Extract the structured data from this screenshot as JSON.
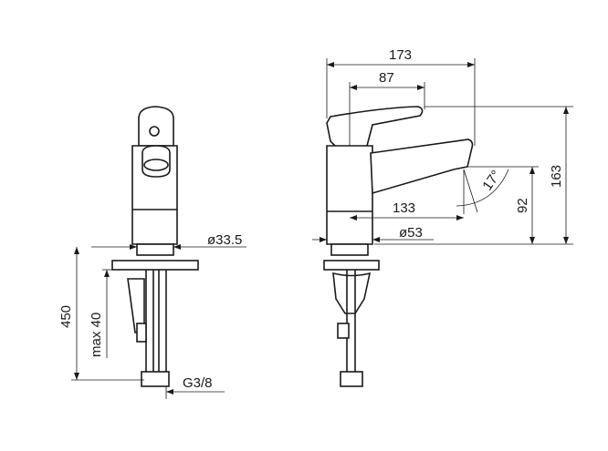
{
  "front_view": {
    "labels": {
      "base_diameter": "ø33.5",
      "total_length": "450",
      "max_thickness": "max 40",
      "thread": "G3/8"
    }
  },
  "side_view": {
    "labels": {
      "overall_width": "173",
      "lever_length": "87",
      "overall_height": "163",
      "spout_height": "92",
      "spout_reach": "133",
      "base_diameter": "ø53",
      "spout_angle": "17°"
    }
  }
}
